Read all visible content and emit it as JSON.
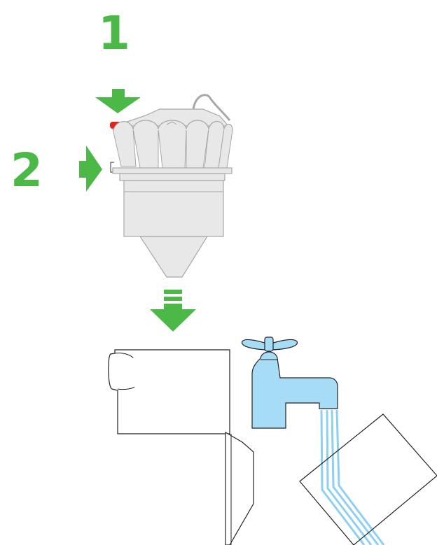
{
  "steps": [
    {
      "number": "1",
      "action": "press"
    },
    {
      "number": "2",
      "action": "push"
    }
  ],
  "colors": {
    "step_green": "#4cb847",
    "arrow_green": "#4cb847",
    "body_fill": "#e8e8e8",
    "body_stroke": "#a8a8a8",
    "release_button_red": "#e2231a",
    "tap_blue": "#a6dcf5",
    "water_blue": "#8fd0f0",
    "outline": "#222222"
  },
  "icons": [
    "down-arrow-icon",
    "right-arrow-icon",
    "release-arrow-icon",
    "tap-icon",
    "water-stream-icon"
  ]
}
